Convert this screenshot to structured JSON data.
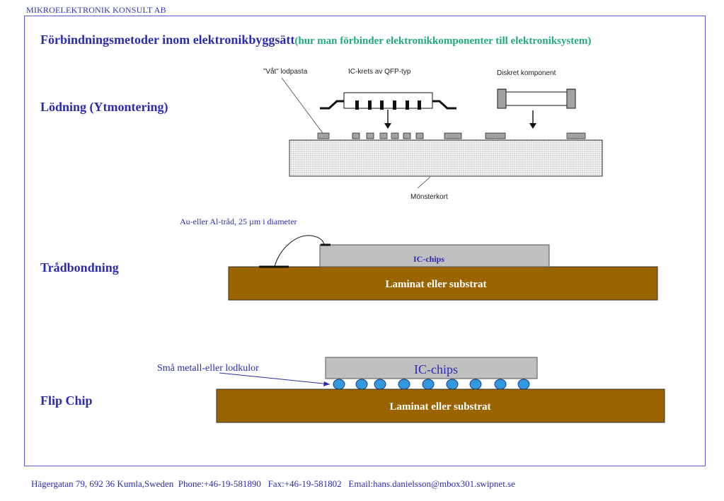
{
  "header": {
    "company": "MIKROELEKTRONIK KONSULT AB"
  },
  "title": {
    "main": "Förbindningsmetoder inom elektronikbyggsätt",
    "sub": "(hur man förbinder elektronikkomponenter till elektroniksystem)"
  },
  "sections": {
    "soldering": "Lödning (Ytmontering)",
    "wire_bonding": "Trådbondning",
    "flip_chip": "Flip Chip"
  },
  "soldering_diagram": {
    "wet_paste": "”Våt” lodpasta",
    "ic_qfp": "IC-krets av QFP-typ",
    "discrete": "Diskret komponent",
    "board": "Mönsterkort"
  },
  "wire_diagram": {
    "wire_label": "Au-eller Al-tråd, 25 µm i diameter",
    "chip": "IC-chips",
    "substrate": "Laminat eller substrat"
  },
  "flip_diagram": {
    "balls_label": "Små metall-eller lodkulor",
    "chip": "IC-chips",
    "substrate": "Laminat eller substrat"
  },
  "footer": {
    "text": "Hägergatan 79, 692 36 Kumla,Sweden  Phone:+46-19-581890   Fax:+46-19-581802   Email:hans.danielsson@mbox301.swipnet.se"
  },
  "colors": {
    "accent_blue": "#2b2bb0",
    "accent_green": "#1faa7a",
    "substrate_brown": "#9a6400",
    "chip_gray": "#c0c0c0",
    "ball_blue": "#3399dd"
  }
}
